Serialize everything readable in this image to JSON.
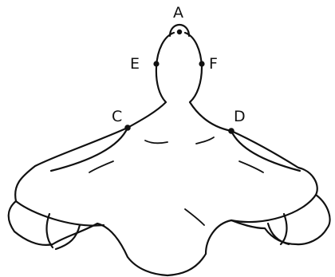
{
  "figure": {
    "labels": {
      "a": "A",
      "e": "E",
      "f": "F",
      "c": "C",
      "d": "D"
    }
  }
}
